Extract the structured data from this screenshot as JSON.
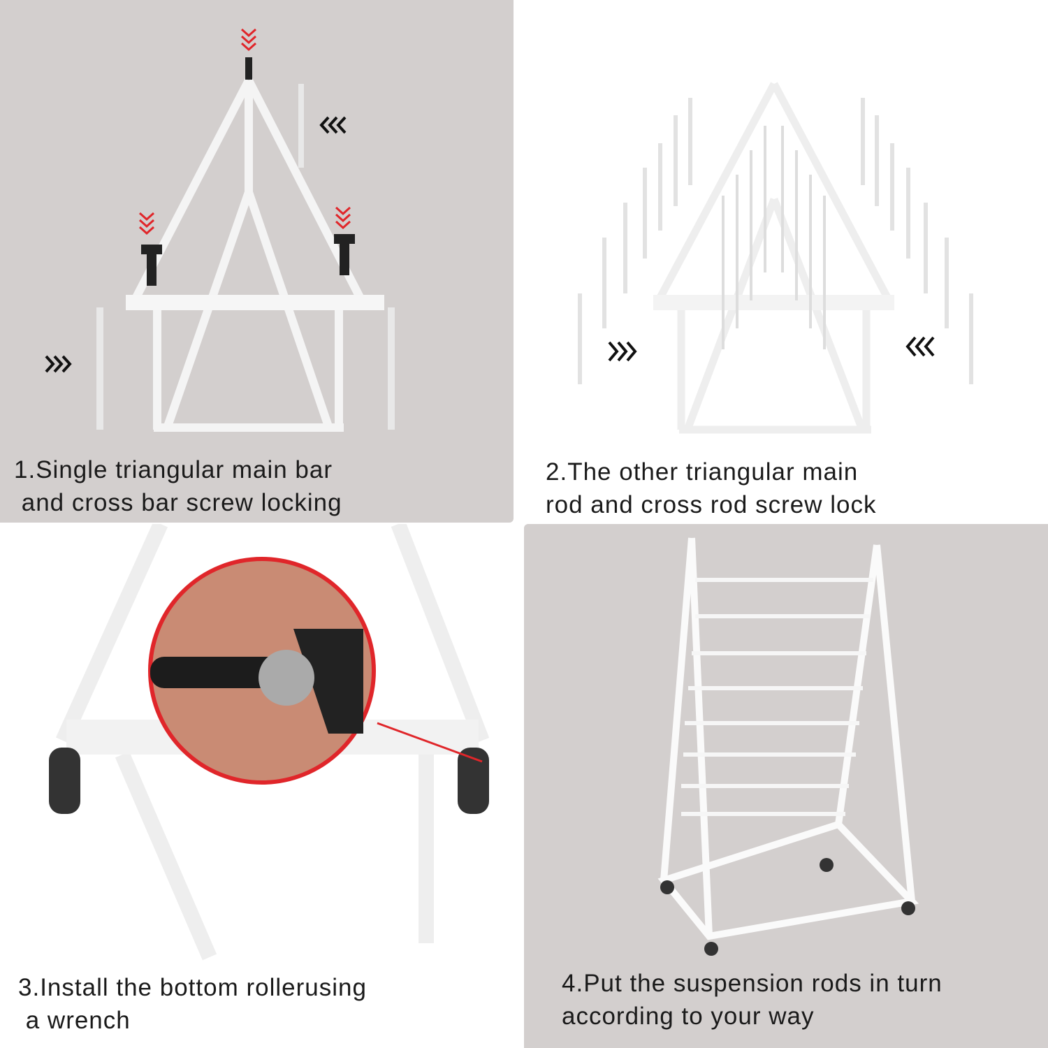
{
  "steps": [
    {
      "line1": "1.Single triangular main bar",
      "line2": " and cross bar screw locking"
    },
    {
      "line1": "2.The other triangular main",
      "line2": "rod and cross rod screw lock"
    },
    {
      "line1": "3.Install the bottom rollerusing",
      "line2": " a wrench"
    },
    {
      "line1": "4.Put the suspension rods in turn",
      "line2": "according to your way"
    }
  ],
  "colors": {
    "panel_gray": "#d3cfce",
    "arrow_red": "#e0262a",
    "frame_white": "#f4f4f4"
  }
}
